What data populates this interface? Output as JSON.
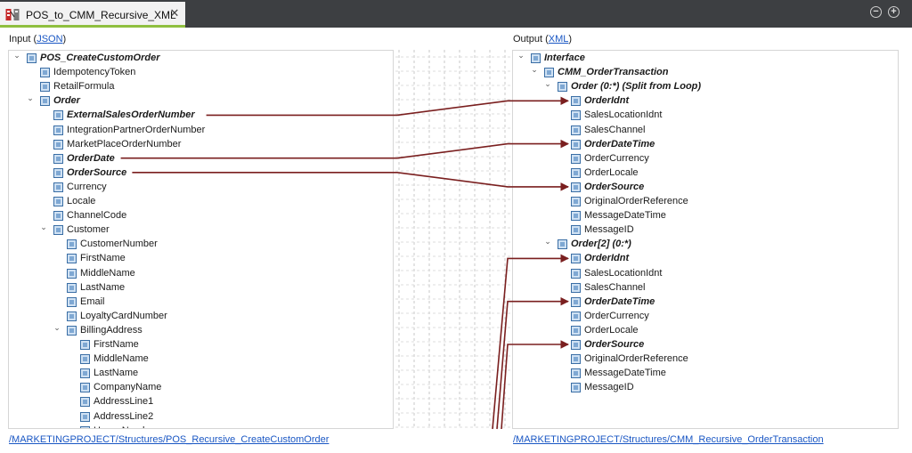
{
  "window": {
    "tab_title": "POS_to_CMM_Recursive_XML",
    "tab_close": "✕",
    "minimize_symbol": "−",
    "add_symbol": "+"
  },
  "input": {
    "heading_prefix": "Input (",
    "heading_link": "JSON",
    "heading_suffix": ")",
    "footer_path": "/MARKETINGPROJECT/Structures/POS_Recursive_CreateCustomOrder",
    "nodes": [
      {
        "label": "POS_CreateCustomOrder",
        "depth": 0,
        "expandable": true,
        "bold": true
      },
      {
        "label": "IdempotencyToken",
        "depth": 1,
        "expandable": false,
        "bold": false
      },
      {
        "label": "RetailFormula",
        "depth": 1,
        "expandable": false,
        "bold": false
      },
      {
        "label": "Order",
        "depth": 1,
        "expandable": true,
        "bold": true
      },
      {
        "label": "ExternalSalesOrderNumber",
        "depth": 2,
        "expandable": false,
        "bold": true
      },
      {
        "label": "IntegrationPartnerOrderNumber",
        "depth": 2,
        "expandable": false,
        "bold": false
      },
      {
        "label": "MarketPlaceOrderNumber",
        "depth": 2,
        "expandable": false,
        "bold": false
      },
      {
        "label": "OrderDate",
        "depth": 2,
        "expandable": false,
        "bold": true
      },
      {
        "label": "OrderSource",
        "depth": 2,
        "expandable": false,
        "bold": true
      },
      {
        "label": "Currency",
        "depth": 2,
        "expandable": false,
        "bold": false
      },
      {
        "label": "Locale",
        "depth": 2,
        "expandable": false,
        "bold": false
      },
      {
        "label": "ChannelCode",
        "depth": 2,
        "expandable": false,
        "bold": false
      },
      {
        "label": "Customer",
        "depth": 2,
        "expandable": true,
        "bold": false
      },
      {
        "label": "CustomerNumber",
        "depth": 3,
        "expandable": false,
        "bold": false
      },
      {
        "label": "FirstName",
        "depth": 3,
        "expandable": false,
        "bold": false
      },
      {
        "label": "MiddleName",
        "depth": 3,
        "expandable": false,
        "bold": false
      },
      {
        "label": "LastName",
        "depth": 3,
        "expandable": false,
        "bold": false
      },
      {
        "label": "Email",
        "depth": 3,
        "expandable": false,
        "bold": false
      },
      {
        "label": "LoyaltyCardNumber",
        "depth": 3,
        "expandable": false,
        "bold": false
      },
      {
        "label": "BillingAddress",
        "depth": 3,
        "expandable": true,
        "bold": false
      },
      {
        "label": "FirstName",
        "depth": 4,
        "expandable": false,
        "bold": false
      },
      {
        "label": "MiddleName",
        "depth": 4,
        "expandable": false,
        "bold": false
      },
      {
        "label": "LastName",
        "depth": 4,
        "expandable": false,
        "bold": false
      },
      {
        "label": "CompanyName",
        "depth": 4,
        "expandable": false,
        "bold": false
      },
      {
        "label": "AddressLine1",
        "depth": 4,
        "expandable": false,
        "bold": false
      },
      {
        "label": "AddressLine2",
        "depth": 4,
        "expandable": false,
        "bold": false
      },
      {
        "label": "HouseNumber",
        "depth": 4,
        "expandable": false,
        "bold": false
      }
    ]
  },
  "output": {
    "heading_prefix": "Output (",
    "heading_link": "XML",
    "heading_suffix": ")",
    "footer_path": "/MARKETINGPROJECT/Structures/CMM_Recursive_OrderTransaction",
    "nodes": [
      {
        "label": "Interface",
        "depth": 0,
        "expandable": true,
        "bold": true
      },
      {
        "label": "CMM_OrderTransaction",
        "depth": 1,
        "expandable": true,
        "bold": true
      },
      {
        "label": "Order (0:*) (Split from Loop)",
        "depth": 2,
        "expandable": true,
        "bold": true
      },
      {
        "label": "OrderIdnt",
        "depth": 3,
        "expandable": false,
        "bold": true
      },
      {
        "label": "SalesLocationIdnt",
        "depth": 3,
        "expandable": false,
        "bold": false
      },
      {
        "label": "SalesChannel",
        "depth": 3,
        "expandable": false,
        "bold": false
      },
      {
        "label": "OrderDateTime",
        "depth": 3,
        "expandable": false,
        "bold": true
      },
      {
        "label": "OrderCurrency",
        "depth": 3,
        "expandable": false,
        "bold": false
      },
      {
        "label": "OrderLocale",
        "depth": 3,
        "expandable": false,
        "bold": false
      },
      {
        "label": "OrderSource",
        "depth": 3,
        "expandable": false,
        "bold": true
      },
      {
        "label": "OriginalOrderReference",
        "depth": 3,
        "expandable": false,
        "bold": false
      },
      {
        "label": "MessageDateTime",
        "depth": 3,
        "expandable": false,
        "bold": false
      },
      {
        "label": "MessageID",
        "depth": 3,
        "expandable": false,
        "bold": false
      },
      {
        "label": "Order[2] (0:*)",
        "depth": 2,
        "expandable": true,
        "bold": true
      },
      {
        "label": "OrderIdnt",
        "depth": 3,
        "expandable": false,
        "bold": true
      },
      {
        "label": "SalesLocationIdnt",
        "depth": 3,
        "expandable": false,
        "bold": false
      },
      {
        "label": "SalesChannel",
        "depth": 3,
        "expandable": false,
        "bold": false
      },
      {
        "label": "OrderDateTime",
        "depth": 3,
        "expandable": false,
        "bold": true
      },
      {
        "label": "OrderCurrency",
        "depth": 3,
        "expandable": false,
        "bold": false
      },
      {
        "label": "OrderLocale",
        "depth": 3,
        "expandable": false,
        "bold": false
      },
      {
        "label": "OrderSource",
        "depth": 3,
        "expandable": false,
        "bold": true
      },
      {
        "label": "OriginalOrderReference",
        "depth": 3,
        "expandable": false,
        "bold": false
      },
      {
        "label": "MessageDateTime",
        "depth": 3,
        "expandable": false,
        "bold": false
      },
      {
        "label": "MessageID",
        "depth": 3,
        "expandable": false,
        "bold": false
      }
    ]
  },
  "mappings": [
    {
      "from": 4,
      "to": 3
    },
    {
      "from": 7,
      "to": 6
    },
    {
      "from": 8,
      "to": 9
    },
    {
      "from": 30,
      "to": 14
    },
    {
      "from": 31,
      "to": 17
    },
    {
      "from": 32,
      "to": 20
    }
  ],
  "colors": {
    "mapping_line": "#7a1f1f",
    "titlebar": "#3d3f42",
    "tab_accent": "#8fbf3f",
    "link": "#1a57c4"
  }
}
